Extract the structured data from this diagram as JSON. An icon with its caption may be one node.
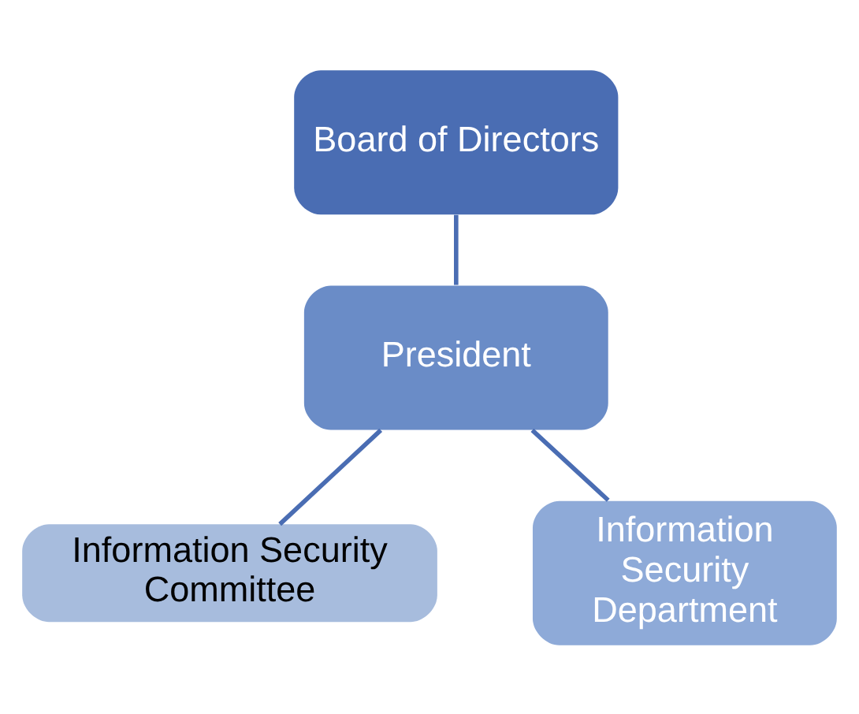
{
  "diagram": {
    "nodes": [
      {
        "text": [
          "Board of Directors"
        ]
      },
      {
        "text": [
          "President"
        ]
      },
      {
        "text": [
          "Information Security Committee"
        ]
      },
      {
        "text": [
          "Information Security Department"
        ]
      }
    ],
    "edges": [
      {
        "from": 0,
        "to": 1,
        "arrow": "none"
      },
      {
        "from": 1,
        "to": 2,
        "arrow": "none"
      },
      {
        "from": 1,
        "to": 3,
        "arrow": "none"
      }
    ]
  }
}
